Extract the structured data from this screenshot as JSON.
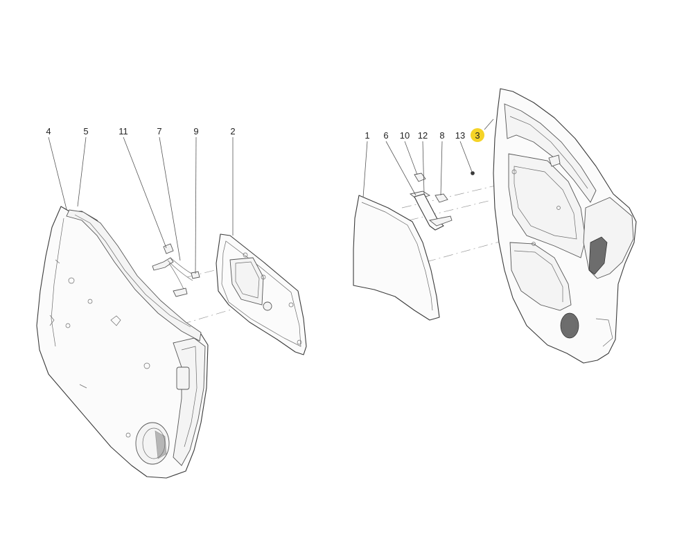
{
  "diagram": {
    "callouts": [
      {
        "id": "4",
        "label": "4",
        "highlighted": false
      },
      {
        "id": "5",
        "label": "5",
        "highlighted": false
      },
      {
        "id": "11",
        "label": "11",
        "highlighted": false
      },
      {
        "id": "7",
        "label": "7",
        "highlighted": false
      },
      {
        "id": "9",
        "label": "9",
        "highlighted": false
      },
      {
        "id": "2",
        "label": "2",
        "highlighted": false
      },
      {
        "id": "1",
        "label": "1",
        "highlighted": false
      },
      {
        "id": "6",
        "label": "6",
        "highlighted": false
      },
      {
        "id": "10",
        "label": "10",
        "highlighted": false
      },
      {
        "id": "12",
        "label": "12",
        "highlighted": false
      },
      {
        "id": "8",
        "label": "8",
        "highlighted": false
      },
      {
        "id": "13",
        "label": "13",
        "highlighted": false
      },
      {
        "id": "3",
        "label": "3",
        "highlighted": true
      }
    ],
    "colors": {
      "highlight": "#f5d327",
      "line": "#3a3a3a",
      "background": "#ffffff"
    }
  }
}
